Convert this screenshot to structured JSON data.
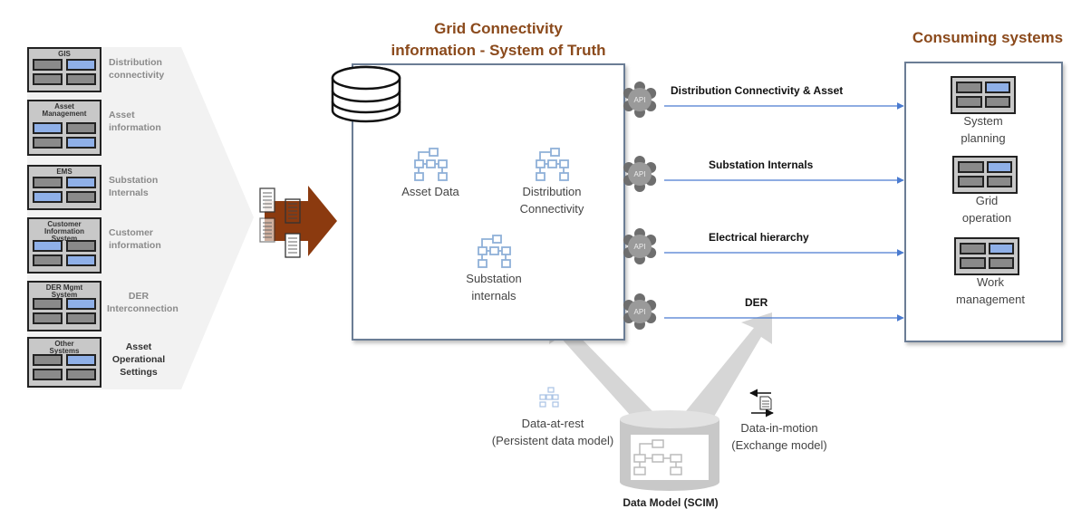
{
  "title": "Grid Connectivity information - System of Truth",
  "title_lines": [
    "Grid Connectivity",
    "information - System of Truth"
  ],
  "consuming_heading": "Consuming systems",
  "source_systems": [
    {
      "name": "GIS",
      "name_lines": [
        "GIS"
      ],
      "label_lines": [
        "Distribution",
        "connectivity"
      ],
      "cells": [
        "gray",
        "blue",
        "gray",
        "gray"
      ]
    },
    {
      "name": "Asset Management",
      "name_lines": [
        "Asset",
        "Management"
      ],
      "label_lines": [
        "Asset",
        "information"
      ],
      "cells": [
        "blue",
        "gray",
        "gray",
        "blue"
      ]
    },
    {
      "name": "EMS",
      "name_lines": [
        "EMS"
      ],
      "label_lines": [
        "Substation",
        "Internals"
      ],
      "cells": [
        "gray",
        "blue",
        "blue",
        "gray"
      ]
    },
    {
      "name": "Customer Information System",
      "name_lines": [
        "Customer",
        "Information",
        "System"
      ],
      "label_lines": [
        "Customer",
        "information"
      ],
      "cells": [
        "blue",
        "gray",
        "gray",
        "blue"
      ]
    },
    {
      "name": "DER Mgmt System",
      "name_lines": [
        "DER Mgmt",
        "System"
      ],
      "label_lines": [
        "DER",
        "Interconnection"
      ],
      "cells": [
        "gray",
        "blue",
        "gray",
        "gray"
      ]
    },
    {
      "name": "Other Systems",
      "name_lines": [
        "Other",
        "Systems"
      ],
      "label_lines": [
        "Asset",
        "Operational",
        "Settings"
      ],
      "cells": [
        "gray",
        "blue",
        "gray",
        "gray"
      ]
    }
  ],
  "system_of_truth": {
    "items": [
      {
        "label_lines": [
          "Asset Data"
        ]
      },
      {
        "label_lines": [
          "Distribution",
          "Connectivity"
        ]
      },
      {
        "label_lines": [
          "Substation",
          "internals"
        ]
      }
    ]
  },
  "api_badge": "API",
  "flows": [
    {
      "label": "Distribution Connectivity & Asset"
    },
    {
      "label": "Substation Internals"
    },
    {
      "label": "Electrical hierarchy"
    },
    {
      "label": "DER"
    }
  ],
  "consuming_systems": [
    {
      "label_lines": [
        "System",
        "planning"
      ]
    },
    {
      "label_lines": [
        "Grid",
        "operation"
      ]
    },
    {
      "label_lines": [
        "Work",
        "management"
      ]
    }
  ],
  "data_model": {
    "label": "Data Model (SCIM)",
    "at_rest_lines": [
      "Data-at-rest",
      "(Persistent data model)"
    ],
    "in_motion_lines": [
      "Data-in-motion",
      "(Exchange model)"
    ]
  },
  "colors": {
    "heading": "#8b4a1c",
    "ingest_arrow": "#8b3a0f",
    "flow_arrow": "#4a7bd0",
    "box_border": "#6b7d95",
    "cell_blue": "#8fb0e8",
    "cell_gray": "#8a8a8a",
    "tree_icon": "#8fb0d8"
  }
}
